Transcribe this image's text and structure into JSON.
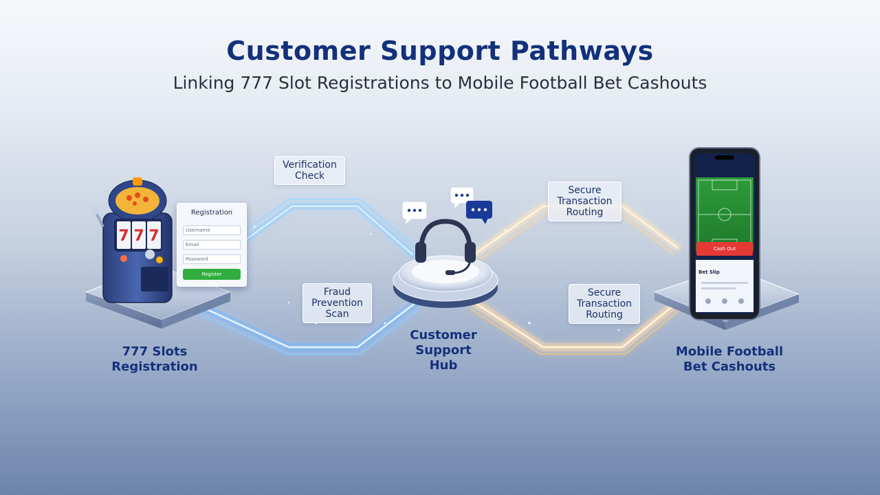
{
  "header": {
    "title": "Customer Support Pathways",
    "subtitle": "Linking 777 Slot Registrations to Mobile Football Bet Cashouts"
  },
  "nodes": {
    "slots": {
      "line1": "777 Slots",
      "line2": "Registration"
    },
    "hub": {
      "line1": "Customer",
      "line2": "Support",
      "line3": "Hub"
    },
    "mobile": {
      "line1": "Mobile Football",
      "line2": "Bet Cashouts"
    }
  },
  "steps": {
    "verification": {
      "line1": "Verification",
      "line2": "Check"
    },
    "fraud": {
      "line1": "Fraud",
      "line2": "Prevention",
      "line3": "Scan"
    },
    "routing_top": {
      "line1": "Secure",
      "line2": "Transaction",
      "line3": "Routing"
    },
    "routing_bottom": {
      "line1": "Secure",
      "line2": "Transaction",
      "line3": "Routing"
    }
  },
  "registration_form": {
    "title": "Registration",
    "username_placeholder": "Username",
    "email_placeholder": "Email",
    "password_placeholder": "Password",
    "button_label": "Register"
  },
  "phone_screen": {
    "cashout_label": "Cash Out",
    "betslip_label": "Bet Slip"
  },
  "colors": {
    "title": "#13317a",
    "label": "#15307a",
    "flow_left": "#6fc4ff",
    "flow_right": "#ffd9a0",
    "cashout": "#e53935",
    "pitch": "#2e9e3c",
    "chat_blue": "#1a3a9a"
  },
  "icons": [
    "slot-machine-icon",
    "headset-icon",
    "chat-bubble-icon",
    "smartphone-icon"
  ]
}
